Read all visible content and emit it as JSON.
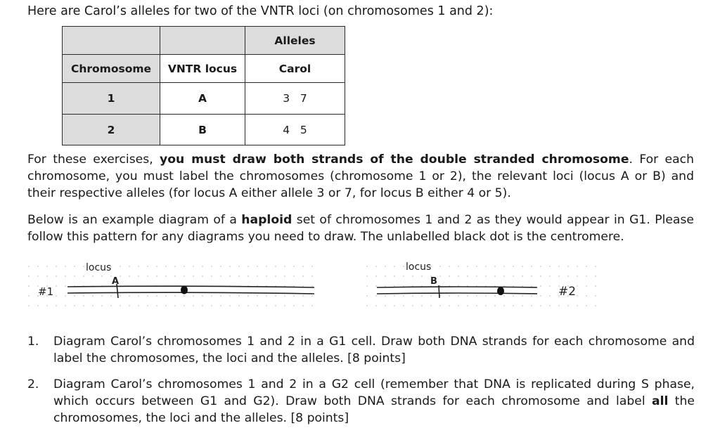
{
  "heading": "Here are Carol’s alleles for two of the VNTR loci (on chromosomes 1 and 2):",
  "table": {
    "group_header": "Alleles",
    "columns": [
      "Chromosome",
      "VNTR locus",
      "Carol"
    ],
    "rows": [
      {
        "chromosome": "1",
        "locus": "A",
        "alleles": "3   7"
      },
      {
        "chromosome": "2",
        "locus": "B",
        "alleles": "4   5"
      }
    ]
  },
  "para1": {
    "pre": "For these exercises, ",
    "bold": "you must draw both strands of the double stranded chromosome",
    "post": ". For each chromosome, you must label the chromosomes (chromosome 1 or 2), the relevant loci (locus A or B) and their respective alleles (for locus A either allele 3 or 7, for locus B either 4 or 5)."
  },
  "para2": {
    "pre": "Below is an example diagram of a ",
    "bold": "haploid",
    "post": " set of chromosomes 1 and 2 as they would appear in G1. Please follow this pattern for any diagrams you need to draw.  The unlabelled black dot is the centromere."
  },
  "diagram": {
    "chr1_mark": "#1",
    "chr1_locus_word": "locus",
    "chr1_locus_letter": "A",
    "chr2_mark": "#2",
    "chr2_locus_word": "locus",
    "chr2_locus_letter": "B"
  },
  "questions": [
    {
      "num": "1.",
      "text": "Diagram Carol’s chromosomes 1 and 2 in a G1 cell. Draw both DNA strands for each chromosome and label the chromosomes, the loci and the alleles. [8 points]"
    },
    {
      "num": "2.",
      "pre": "Diagram Carol’s chromosomes 1 and 2 in a G2 cell (remember that DNA is replicated during S phase, which occurs between G1 and G2). Draw both DNA strands for each chromosome and label ",
      "bold": "all",
      "post": " the chromosomes, the loci and the alleles. [8 points]"
    }
  ]
}
